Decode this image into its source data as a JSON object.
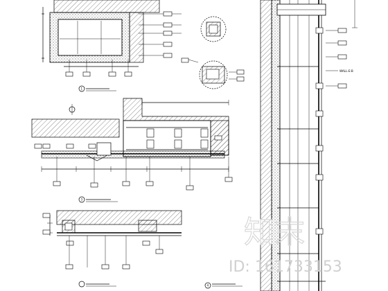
{
  "watermark": {
    "logo_text": "知末",
    "id_text": "ID: 161733153"
  },
  "drawing": {
    "details": [
      {
        "id": "detail-1",
        "number": "1"
      },
      {
        "id": "detail-2",
        "number": "2"
      },
      {
        "id": "detail-3",
        "number": "3"
      },
      {
        "id": "detail-4",
        "number": "4"
      }
    ],
    "elevation_label": "WALL-E-B"
  }
}
